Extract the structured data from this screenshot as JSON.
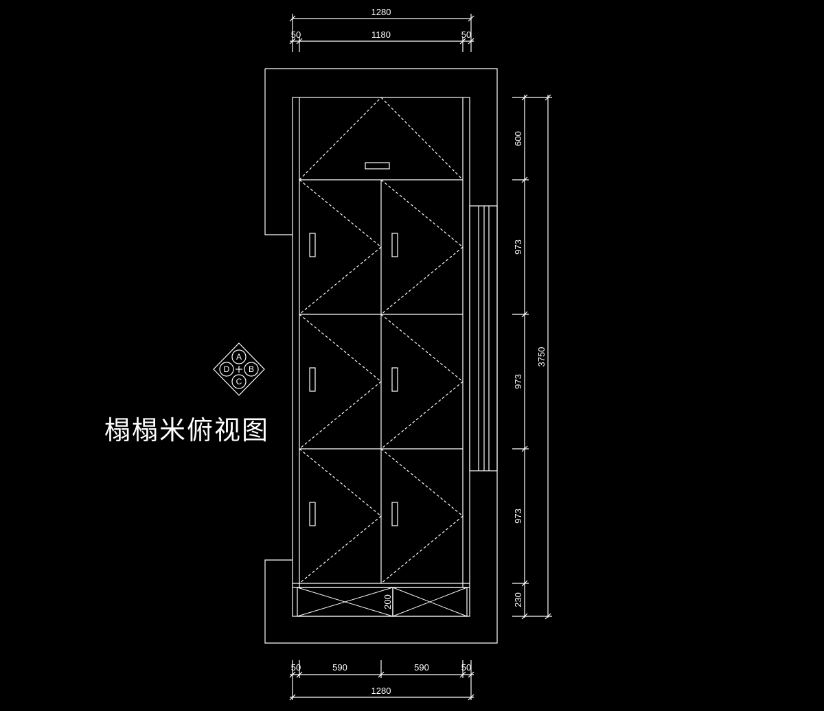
{
  "title": "榻榻米俯视图",
  "colors": {
    "background": "#000000",
    "line": "#ffffff"
  },
  "dimensions": {
    "top_total": "1280",
    "top_left_margin": "50",
    "top_inner": "1180",
    "top_right_margin": "50",
    "right_seg_1": "600",
    "right_seg_2": "973",
    "right_seg_3": "973",
    "right_seg_4": "973",
    "right_seg_5": "230",
    "right_total": "3750",
    "bottom_left_margin": "50",
    "bottom_seg_1": "590",
    "bottom_seg_2": "590",
    "bottom_right_margin": "50",
    "bottom_total": "1280",
    "drawer_depth": "200"
  },
  "view_symbol": {
    "a": "A",
    "b": "B",
    "c": "C",
    "d": "D"
  }
}
